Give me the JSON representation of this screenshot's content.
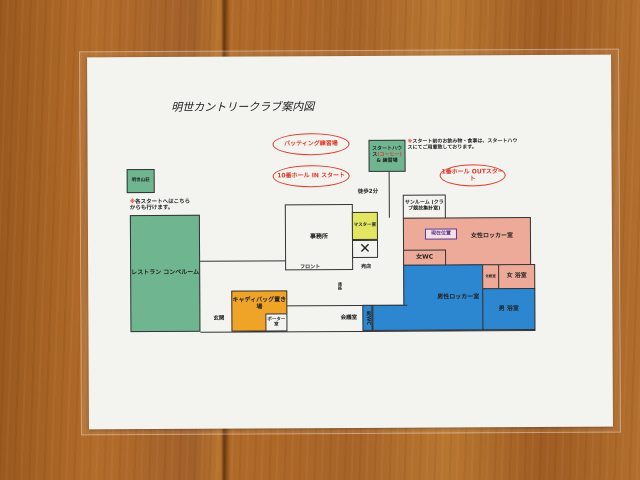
{
  "title": "明世カントリークラブ案内図",
  "villa": "明世山荘",
  "note_mark": "※",
  "note_left": "各スタートへはこちらからも行けます。",
  "note_right": "スタート前のお飲み物・食事は、スタートハウスにてご用意致しております。",
  "ovals": {
    "batting": "バッティング練習場",
    "in_start": "10番ホール IN スタート",
    "out_start": "1番ホール OUTスタート"
  },
  "start_house": {
    "line1": "スタートハウ",
    "line2a": "ス",
    "line2b": "(コーヒー)",
    "line3": "& 練習場"
  },
  "walk": "徒歩2分",
  "rooms": {
    "restaurant": "レストラン コンペルーム",
    "office": "事務所",
    "master": "マスター室",
    "front": "フロント",
    "shop": "売店",
    "caddie": "キャディバッグ置き場",
    "porter": "ポーター室",
    "entrance": "玄関",
    "corridor": "通路",
    "meeting": "会議室",
    "men_wc": "男WC",
    "sunroom": "サンルーム (クラブ競技集計室)",
    "women_locker": "女性ロッカー室",
    "here": "現在位置",
    "women_wc": "女WC",
    "powder": "化粧室",
    "women_bath": "女 浴室",
    "men_locker": "男性ロッカー室",
    "men_bath": "男 浴室"
  }
}
